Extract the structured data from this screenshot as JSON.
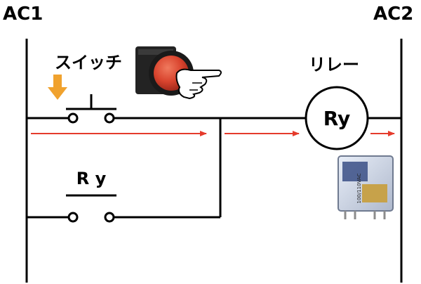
{
  "rails": {
    "left_label": "AC1",
    "right_label": "AC2"
  },
  "switch": {
    "label": "スイッチ"
  },
  "relay": {
    "label": "リレー",
    "coil_label": "Ry",
    "body_text": "100/110VAC"
  },
  "contact": {
    "label": "R y"
  },
  "colors": {
    "flow_arrow": "#e53b2c",
    "push_arrow": "#f0a22e",
    "button_red": "#d9442e",
    "wire": "#000000"
  },
  "icons": {
    "push_arrow": "down-arrow-icon",
    "button": "push-button-icon",
    "hand": "pointing-hand-icon",
    "relay_photo": "relay-component-icon"
  }
}
